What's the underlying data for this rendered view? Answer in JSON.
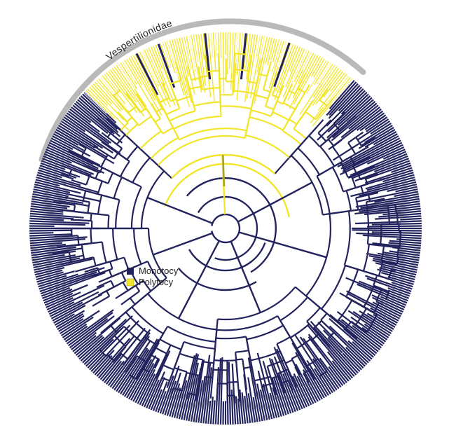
{
  "figure": {
    "title": "",
    "colors": {
      "monotocy": "#23235e",
      "polytocy": "#f2e62c",
      "polytocy_edge": "#a8a228",
      "clade_arc": "#b9b9b9",
      "background": "#ffffff"
    },
    "clade": {
      "label": "Vespertilionidae"
    },
    "legend": {
      "items": [
        {
          "label": "Monotocy",
          "color": "#23235e"
        },
        {
          "label": "Polytocy",
          "color": "#f2e62c"
        }
      ]
    }
  }
}
